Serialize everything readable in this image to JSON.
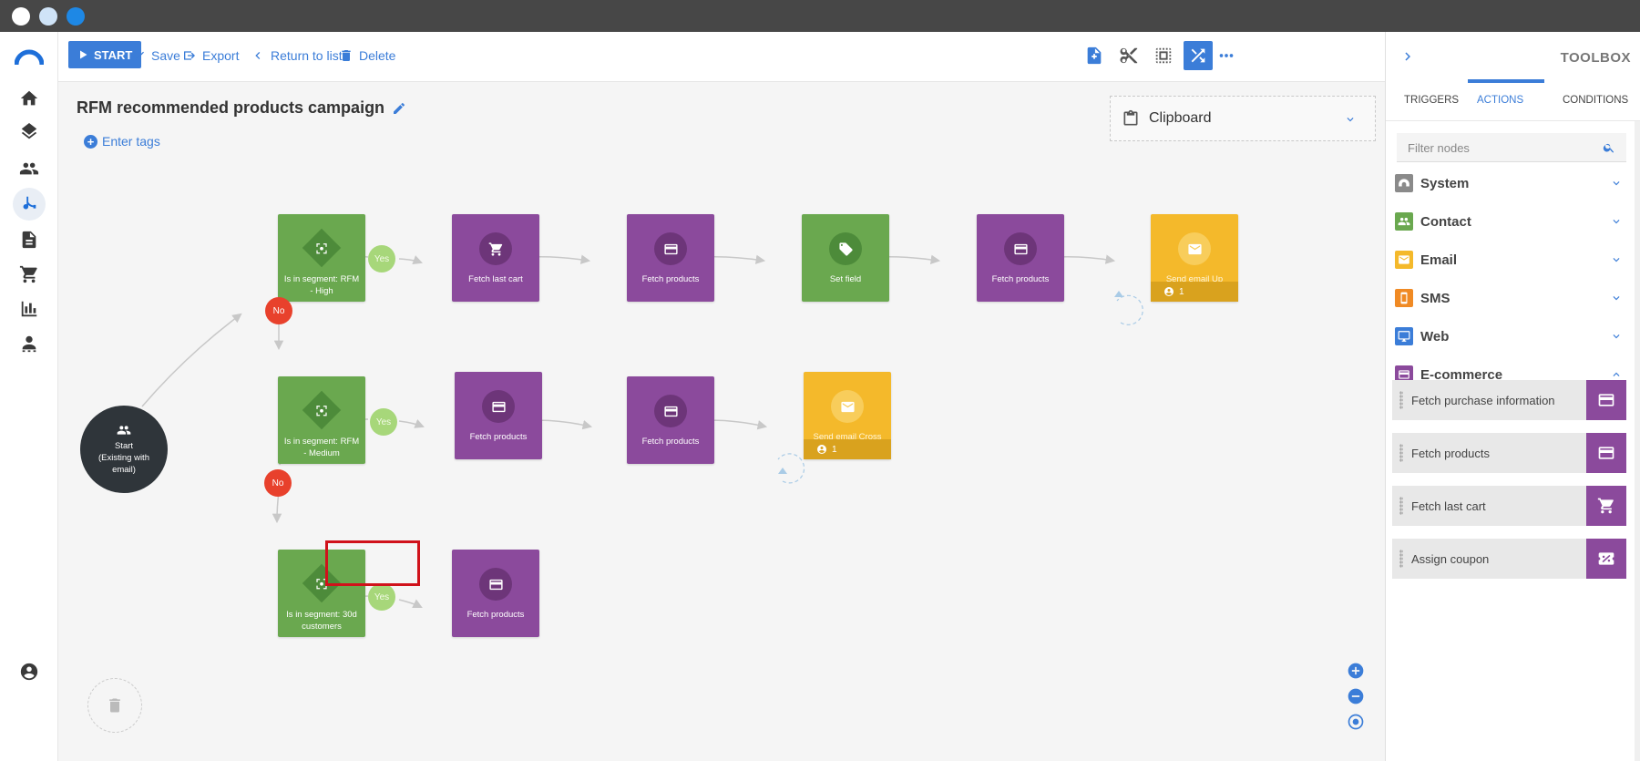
{
  "toolbar": {
    "start_label": "START",
    "save_label": "Save",
    "export_label": "Export",
    "return_label": "Return to list",
    "delete_label": "Delete"
  },
  "campaign": {
    "title": "RFM recommended products campaign",
    "tags_label": "Enter tags",
    "clipboard_label": "Clipboard"
  },
  "start_node": {
    "line1": "Start",
    "line2": "(Existing with",
    "line3": "email)"
  },
  "nodes": {
    "seg_high": "Is in segment: RFM - High",
    "fetch_last_cart": "Fetch last cart",
    "fetch_products_1": "Fetch products",
    "set_field": "Set field",
    "fetch_products_2": "Fetch products",
    "email_upsell": "Send email Up Selling",
    "email_upsell_count": "1",
    "seg_medium": "Is in segment: RFM - Medium",
    "fetch_products_3": "Fetch products",
    "fetch_products_4": "Fetch products",
    "email_cross": "Send email Cross Selling",
    "email_cross_count": "1",
    "seg_30d": "Is in segment: 30d customers",
    "fetch_products_5": "Fetch products"
  },
  "badges": {
    "yes": "Yes",
    "no": "No"
  },
  "toolbox": {
    "title": "TOOLBOX",
    "tabs": [
      "TRIGGERS",
      "ACTIONS",
      "CONDITIONS"
    ],
    "active_tab": "ACTIONS",
    "filter_placeholder": "Filter nodes",
    "categories": [
      {
        "label": "System",
        "color": "#8a8a8a"
      },
      {
        "label": "Contact",
        "color": "#6aa84f"
      },
      {
        "label": "Email",
        "color": "#f4b92b"
      },
      {
        "label": "SMS",
        "color": "#f08a24"
      },
      {
        "label": "Web",
        "color": "#3b7dd8"
      },
      {
        "label": "E-commerce",
        "color": "#8b4a9c"
      }
    ],
    "ecommerce_items": [
      "Fetch purchase information",
      "Fetch products",
      "Fetch last cart",
      "Assign coupon"
    ]
  },
  "colors": {
    "accent": "#3b7dd8",
    "condition": "#6aa84f",
    "action": "#8b4a9c",
    "email": "#f4b92b",
    "no": "#e8412c",
    "yes": "#a7d77a"
  }
}
